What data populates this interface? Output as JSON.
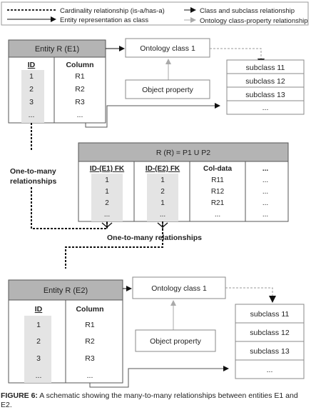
{
  "legend": {
    "cardinality": "Cardinality relationship (is-a/has-a)",
    "class_subclass": "Class and subclass relationship",
    "entity_class": "Entity representation as class",
    "class_property": "Ontology class-property relationship"
  },
  "entity_e1": {
    "title": "Entity R (E1)",
    "col_id": "ID",
    "col_column": "Column",
    "rows": [
      {
        "id": "1",
        "val": "R1"
      },
      {
        "id": "2",
        "val": "R2"
      },
      {
        "id": "3",
        "val": "R3"
      },
      {
        "id": "...",
        "val": "..."
      }
    ]
  },
  "ontology_1": {
    "class_label": "Ontology class 1",
    "property_label": "Object property",
    "subclasses": [
      "subclass 11",
      "subclass 12",
      "subclass 13",
      "..."
    ]
  },
  "relation_table": {
    "title": "R (R) = P1 U P2",
    "headers": [
      "ID-(E1) FK",
      "ID-(E2) FK",
      "Col-data",
      "..."
    ],
    "rows": [
      [
        "1",
        "1",
        "R11",
        "..."
      ],
      [
        "1",
        "2",
        "R12",
        "..."
      ],
      [
        "2",
        "1",
        "R21",
        "..."
      ],
      [
        "...",
        "...",
        "...",
        "..."
      ]
    ]
  },
  "labels": {
    "one_to_many_left_line1": "One-to-many",
    "one_to_many_left_line2": "relationships",
    "one_to_many_bottom": "One-to-many relationships"
  },
  "entity_e2": {
    "title": "Entity R (E2)",
    "col_id": "ID",
    "col_column": "Column",
    "rows": [
      {
        "id": "1",
        "val": "R1"
      },
      {
        "id": "2",
        "val": "R2"
      },
      {
        "id": "3",
        "val": "R3"
      },
      {
        "id": "...",
        "val": "..."
      }
    ]
  },
  "ontology_2": {
    "class_label": "Ontology class 1",
    "property_label": "Object property",
    "subclasses": [
      "subclass 11",
      "subclass 12",
      "subclass 13",
      "..."
    ]
  },
  "caption": {
    "prefix": "FIGURE 6:",
    "text": " A schematic showing the many-to-many relationships between entities E1 and E2."
  },
  "colors": {
    "header_fill": "#b4b4b4",
    "id_shade": "#e4e4e4",
    "line": "#555555",
    "dashed_gray": "#999999"
  }
}
